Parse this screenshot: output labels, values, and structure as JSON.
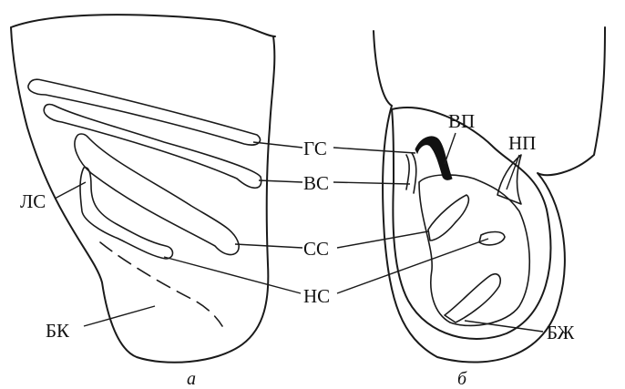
{
  "labels": {
    "gs": "ГС",
    "vs": "ВС",
    "ss": "СС",
    "ns": "НС",
    "ls": "ЛС",
    "bk": "БК",
    "vp": "ВП",
    "np": "НП",
    "bzh": "БЖ"
  },
  "captions": {
    "left": "а",
    "right": "б"
  }
}
